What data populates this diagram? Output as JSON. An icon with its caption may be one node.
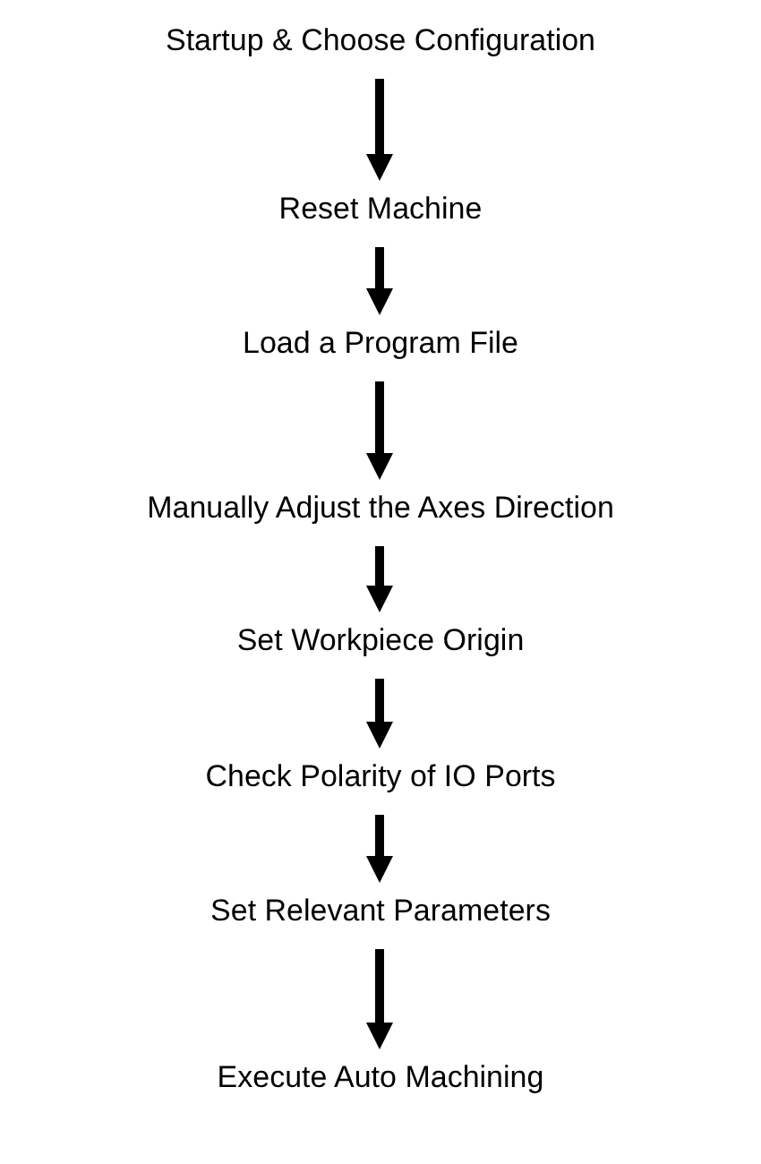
{
  "diagram": {
    "nodes": [
      {
        "text": [
          "Startup & Choose Configuration"
        ]
      },
      {
        "text": [
          "Reset Machine"
        ]
      },
      {
        "text": [
          "Load a Program File"
        ]
      },
      {
        "text": [
          "Manually Adjust the Axes Direction"
        ]
      },
      {
        "text": [
          "Set Workpiece Origin"
        ]
      },
      {
        "text": [
          "Check Polarity of IO Ports"
        ]
      },
      {
        "text": [
          "Set Relevant Parameters"
        ]
      },
      {
        "text": [
          "Execute Auto Machining"
        ]
      }
    ],
    "edges": [
      {
        "from": 0,
        "to": 1,
        "arrow": "to"
      },
      {
        "from": 1,
        "to": 2,
        "arrow": "to"
      },
      {
        "from": 2,
        "to": 3,
        "arrow": "to"
      },
      {
        "from": 3,
        "to": 4,
        "arrow": "to"
      },
      {
        "from": 4,
        "to": 5,
        "arrow": "to"
      },
      {
        "from": 5,
        "to": 6,
        "arrow": "to"
      },
      {
        "from": 6,
        "to": 7,
        "arrow": "to"
      }
    ]
  }
}
